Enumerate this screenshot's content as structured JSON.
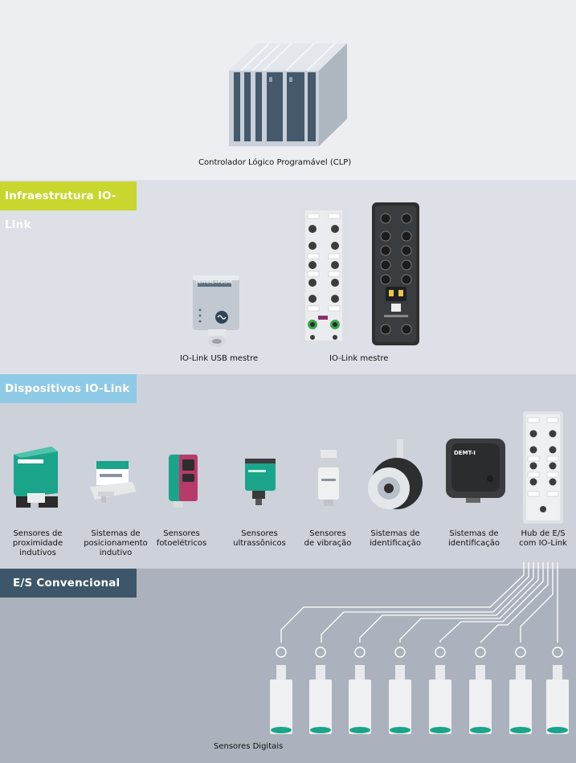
{
  "plc": {
    "caption": "Controlador Lógico Programável (CLP)"
  },
  "sections": {
    "infra": {
      "label": "Infraestrutura IO-Link",
      "color": "#c8d62e"
    },
    "devices": {
      "label": "Dispositivos IO-Link",
      "color": "#8ecae6"
    },
    "conventional": {
      "label": "E/S Convencional",
      "color": "#3d5669"
    }
  },
  "infra": {
    "usb_caption": "IO-Link USB mestre",
    "master_caption": "IO-Link mestre",
    "brand_text": "PEPPERL+FUCHS"
  },
  "devices": {
    "prox": [
      "Sensores de",
      "proximidade",
      "indutivos"
    ],
    "pos": [
      "Sistemas de",
      "posicionamento",
      "indutivo"
    ],
    "photo": [
      "Sensores",
      "fotoelétricos"
    ],
    "ultra": [
      "Sensores",
      "ultrassônicos"
    ],
    "vib": [
      "Sensores",
      "de vibração"
    ],
    "id1": [
      "Sistemas de",
      "identificação"
    ],
    "id2": [
      "Sistemas de",
      "identificação"
    ],
    "hub": [
      "Hub de E/S",
      "com IO-Link"
    ],
    "id2_model": "DEMT-I"
  },
  "conventional": {
    "caption": "Sensores Digitais"
  }
}
